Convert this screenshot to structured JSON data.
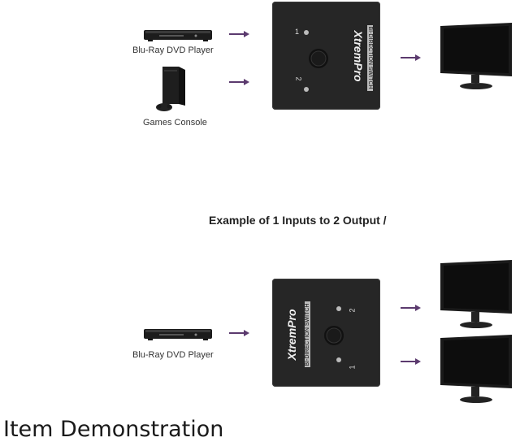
{
  "top_section": {
    "source_1_label": "Blu-Ray DVD Player",
    "source_2_label": "Games Console",
    "switch_brand": "XtremPro",
    "switch_model_text": "BI-DIRECTION SWITCH",
    "port_1_label": "1",
    "port_2_label": "2"
  },
  "middle_heading": "Example of 1 Inputs to 2 Output /",
  "bottom_section": {
    "source_label": "Blu-Ray DVD Player",
    "switch_brand": "XtremPro",
    "switch_model_text": "BI-DIRECTION SWITCH",
    "port_1_label": "1",
    "port_2_label": "2"
  },
  "caption": "Item Demonstration",
  "colors": {
    "arrow": "#5b3a6e",
    "device_body": "#1c1c1c",
    "switch_body": "#262626",
    "monitor_screen": "#0d0d0d"
  }
}
